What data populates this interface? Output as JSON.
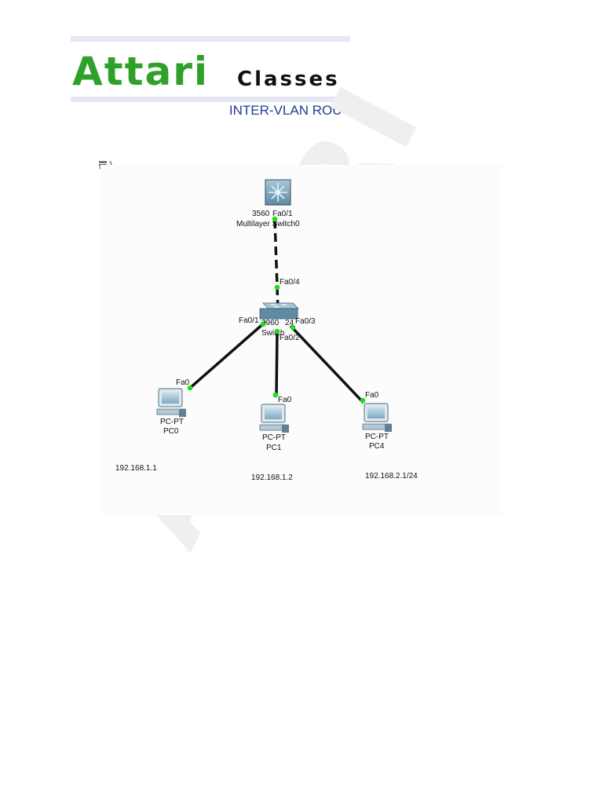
{
  "logo": {
    "main": "Attari",
    "sub": "Classes"
  },
  "title": "INTER-VLAN ROUTING",
  "devices": {
    "ml_switch": {
      "model": "3560",
      "name": "Multilayer Switch0",
      "port": "Fa0/1"
    },
    "switch": {
      "model_a": "2960",
      "model_b": "24",
      "name": "Switch",
      "port_up": "Fa0/4",
      "port_pc0": "Fa0/1",
      "port_pc1": "Fa0/2",
      "port_pc4": "Fa0/3"
    },
    "pc0": {
      "type": "PC-PT",
      "name": "PC0",
      "port": "Fa0",
      "ip": "192.168.1.1"
    },
    "pc1": {
      "type": "PC-PT",
      "name": "PC1",
      "port": "Fa0",
      "ip": "192.168.1.2"
    },
    "pc4": {
      "type": "PC-PT",
      "name": "PC4",
      "port": "Fa0",
      "ip": "192.168.2.1/24"
    }
  },
  "watermark": "ATTARI",
  "colors": {
    "logo_green": "#2fa02a",
    "title_blue": "#1f3f8f",
    "link_dot": "#19e019"
  }
}
